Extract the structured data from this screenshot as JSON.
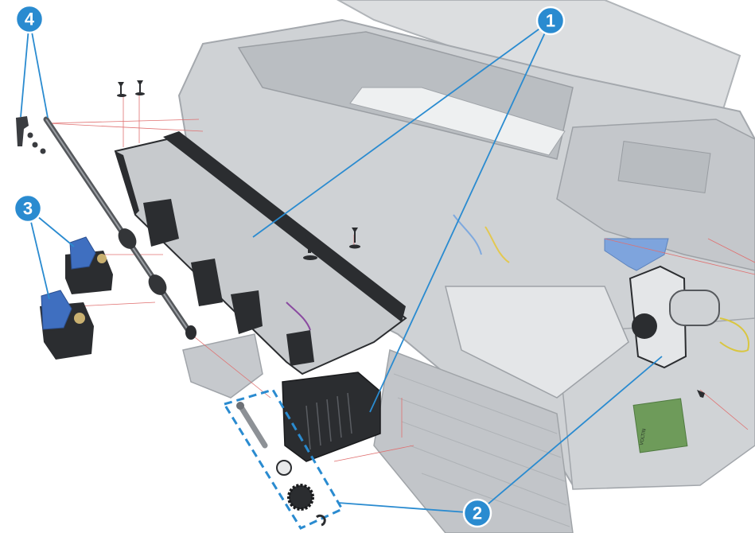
{
  "colors": {
    "callout": "#2a8bd0",
    "callout_outline": "#ffffff",
    "leader": "#2a8bd0",
    "guide": "#e07070",
    "printer_body": "#d2d4d6",
    "printer_shadow": "#a9adb1",
    "part_dark": "#2b2d30",
    "part_blue": "#3f6fc0",
    "board_green": "#6e9b5a"
  },
  "callouts": [
    {
      "id": "1",
      "label": "1"
    },
    {
      "id": "2",
      "label": "2"
    },
    {
      "id": "3",
      "label": "3"
    },
    {
      "id": "4",
      "label": "4"
    }
  ],
  "board_label": "VOLTIN"
}
